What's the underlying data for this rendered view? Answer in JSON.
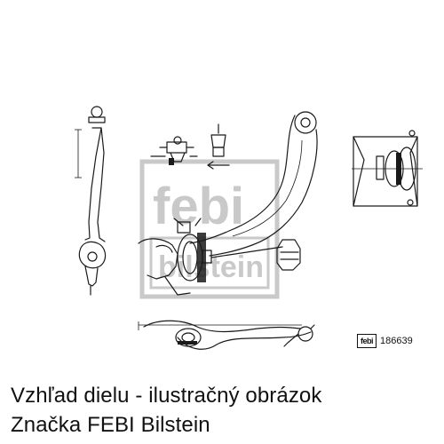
{
  "watermark": {
    "brand_top": "febi",
    "brand_bottom": "bilstein"
  },
  "badge": {
    "logo_text": "febi",
    "part_number": "186639"
  },
  "caption": {
    "line1": "Vzhľad dielu - ilustračný obrázok",
    "line2": "Značka FEBI Bilstein"
  },
  "icons": [
    "control-arm-side-view",
    "ball-joint-detail",
    "bushing-detail",
    "control-arm-top-view",
    "control-arm-bottom-view",
    "febi-logo"
  ]
}
